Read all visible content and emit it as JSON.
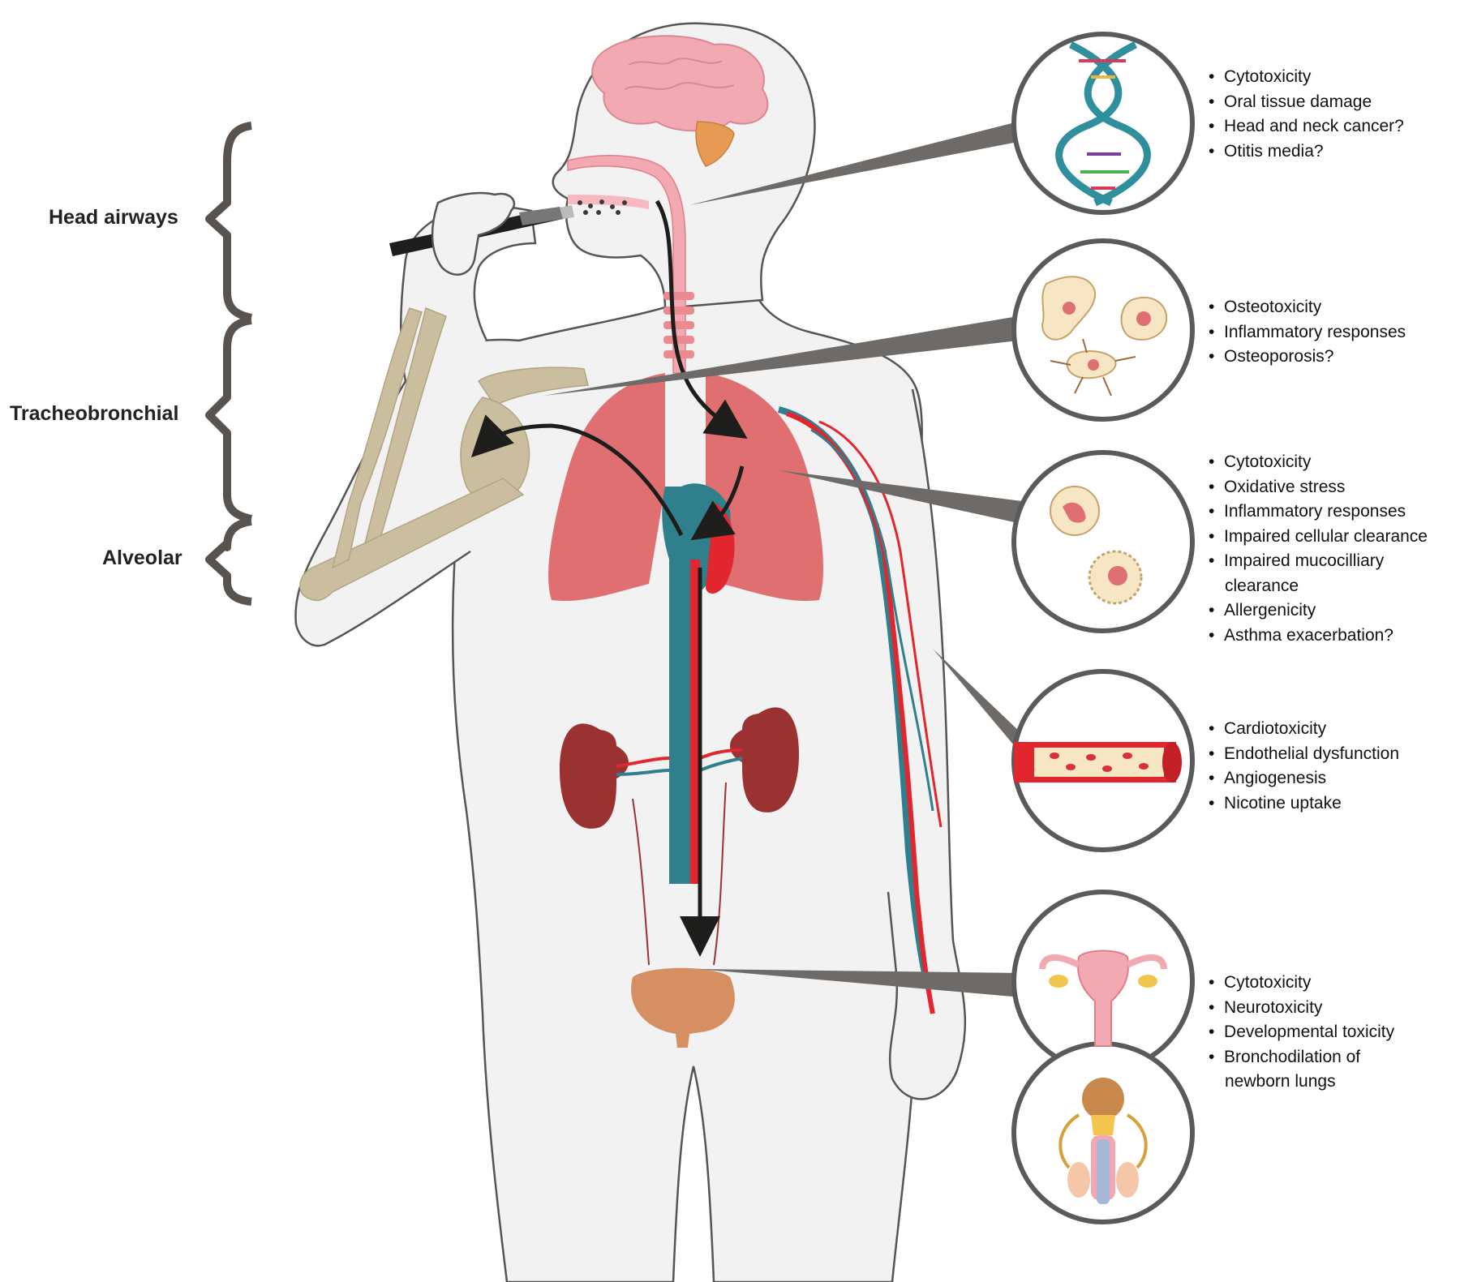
{
  "regions": {
    "head_airways": "Head airways",
    "tracheobronchial": "Tracheobronchial",
    "alveolar": "Alveolar"
  },
  "effects": {
    "oral": [
      "Cytotoxicity",
      "Oral tissue damage",
      "Head and neck cancer?",
      "Otitis media?"
    ],
    "bone": [
      "Osteotoxicity",
      "Inflammatory responses",
      "Osteoporosis?"
    ],
    "lung": [
      "Cytotoxicity",
      "Oxidative stress",
      "Inflammatory responses",
      "Impaired cellular clearance",
      "Impaired mucocilliary",
      "clearance",
      "Allergenicity",
      "Asthma exacerbation?"
    ],
    "vascular": [
      "Cardiotoxicity",
      "Endothelial dysfunction",
      "Angiogenesis",
      "Nicotine uptake"
    ],
    "reproductive": [
      "Cytotoxicity",
      "Neurotoxicity",
      "Developmental toxicity",
      "Bronchodilation of",
      "newborn lungs"
    ]
  },
  "colors": {
    "body_fill": "#f2f2f3",
    "outline": "#555555",
    "brain": "#f3a9b2",
    "lung": "#e06f71",
    "vein": "#2f7f8d",
    "artery": "#e2262d",
    "kidney": "#9b3232",
    "bladder": "#d68e63",
    "bone": "#cbbe9f",
    "arrow": "#1d1d1b",
    "pointer": "#6d6a68"
  }
}
